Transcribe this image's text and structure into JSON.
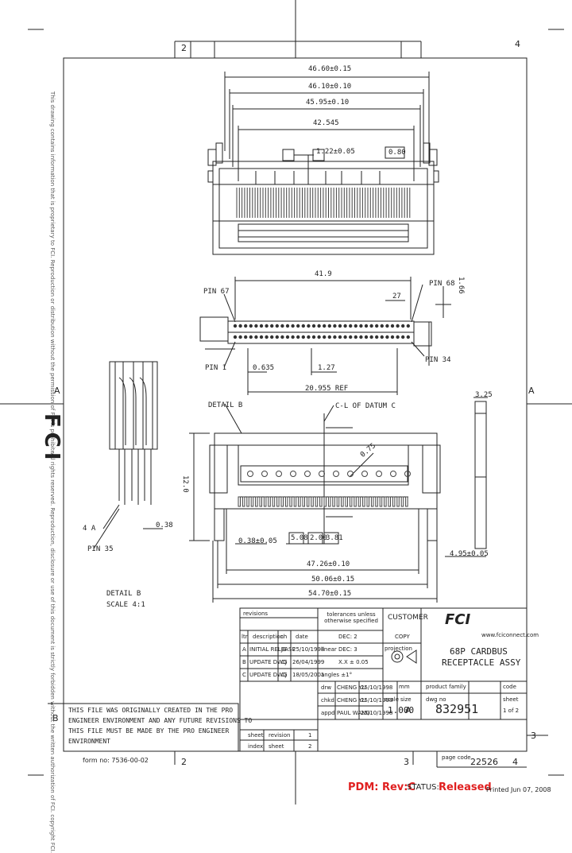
{
  "zones": {
    "top_left": "2",
    "top_right": "4",
    "left_mid": "A",
    "right_mid": "A",
    "left_low": "B",
    "right_low": "3",
    "bottom_left": "2",
    "bottom_mid": "3",
    "bottom_right": "4"
  },
  "side_notes": {
    "top": "This drawing contains information that is proprietary to FCI. Reproduction or distribution without the permission of FCI is prohibited.",
    "bottom": "All rights reserved. Reproduction, disclosure or use of this document is strictly forbidden without the written authorization of FCI. copyright FCI.",
    "logo": "FCI"
  },
  "dims_top_view": {
    "d1": "46.60±0.15",
    "d2": "46.10±0.10",
    "d3": "45.95±0.10",
    "d4": "42.545",
    "d5": "1.22±0.05",
    "d6": "0.80"
  },
  "dims_pin_view": {
    "d1": "41.9",
    "pin_label_1": "PIN 67",
    "pin_label_2": "PIN 68",
    "pin_label_3": "PIN 1",
    "pin_label_4": "PIN 34",
    "d2": "27",
    "d3": "1.66",
    "d4": "0.635",
    "d5": "1.27",
    "d6": "20.955 REF"
  },
  "dims_front_view": {
    "detail_ref": "DETAIL B",
    "datum": "C-L OF DATUM C",
    "angle": "0.75",
    "d_left": "12.0",
    "d1": "0.38±0.05",
    "d2": "5.08",
    "d3": "2.00",
    "d4": "3.81",
    "d5": "47.26±0.10",
    "d6": "50.06±0.15",
    "d7": "54.70±0.15",
    "side_top": "3.25",
    "side_bottom": "4.95±0.05"
  },
  "detail_view": {
    "label_1": "4 A",
    "label_2": "PIN 35",
    "dim": "0.38",
    "title": "DETAIL B",
    "scale": "SCALE 4:1"
  },
  "notes": {
    "line1": "THIS FILE WAS ORIGINALLY CREATED IN THE PRO",
    "line2": "ENGINEER ENVIRONMENT AND ANY FUTURE REVISIONS TO",
    "line3": "THIS FILE MUST BE MADE BY THE PRO ENGINEER",
    "line4": "ENVIRONMENT"
  },
  "title_block": {
    "rev_header": "revisions",
    "rev_cols": [
      "ltr",
      "description",
      "ch",
      "date"
    ],
    "rev_rows": [
      [
        "A",
        "INITIAL RELEASE",
        "JB",
        "25/10/1998"
      ],
      [
        "B",
        "UPDATE DWG",
        "CJ",
        "26/04/1999"
      ],
      [
        "C",
        "UPDATE DWG",
        "CJ",
        "18/05/2001"
      ]
    ],
    "tol_header": "tolerances unless otherwise specified",
    "tol_rows": [
      "DEC: 2",
      "linear  DEC: 3",
      "X.X ± 0.05",
      "angles  ±1°"
    ],
    "customer_label": "CUSTOMER",
    "customer_value": "COPY",
    "projection": "projection",
    "company": "FCI",
    "url": "www.fciconnect.com",
    "product_line1": "68P CARDBUS",
    "product_line2": "RECEPTACLE ASSY",
    "role_rows": [
      [
        "drw",
        "CHENG YU",
        "25/10/1998"
      ],
      [
        "chkd",
        "CHENG YU",
        "25/10/1998"
      ],
      [
        "appd",
        "PAUL WANG",
        "25/10/1998"
      ]
    ],
    "size_label": "size",
    "size_value": "A",
    "scale_label": "scale",
    "scale_value": "1.000",
    "mm_label": "mm",
    "product_family_label": "product family",
    "drawing_no_label": "dwg no",
    "drawing_no": "832951",
    "cage_label": "code",
    "sheet_label": "sheet",
    "sheet_value": "1 of 2",
    "sheet_footer": [
      "sheet",
      "revision",
      "1"
    ],
    "index_footer": [
      "index",
      "sheet",
      "2"
    ],
    "page_code_label": "page code",
    "page_code_value": "22526"
  },
  "form_no": "form no: 7536-00-02",
  "status_bar": {
    "pdm": "PDM: Rev:C",
    "status_label": "STATUS:",
    "status_value": "Released",
    "printed": "Printed Jun 07, 2008"
  },
  "colors": {
    "line": "#222222",
    "status_red": "#e02020"
  }
}
